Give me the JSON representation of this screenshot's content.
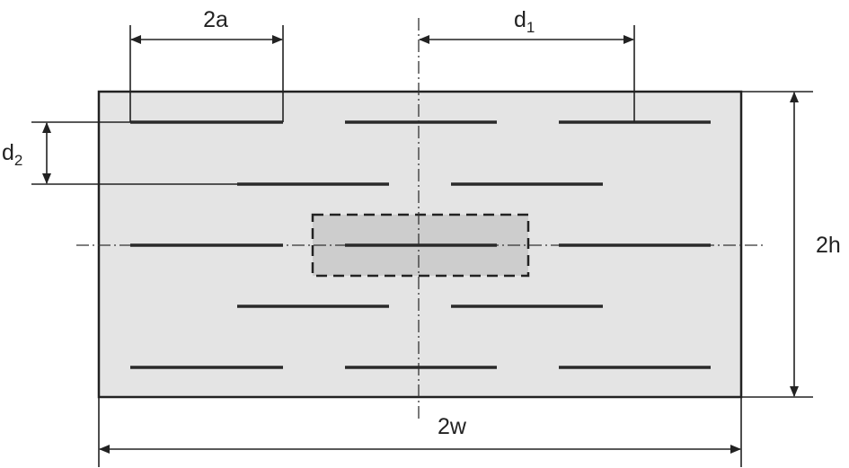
{
  "labels": {
    "crack_length": {
      "main": "2a"
    },
    "horizontal_spacing": {
      "main": "d",
      "sub": "1"
    },
    "vertical_spacing": {
      "main": "d",
      "sub": "2"
    },
    "height": {
      "main": "2h"
    },
    "width": {
      "main": "2w"
    }
  },
  "colors": {
    "plate_fill": "#e4e4e4",
    "unit_cell_fill": "#cdcdcd",
    "stroke": "#222222"
  }
}
